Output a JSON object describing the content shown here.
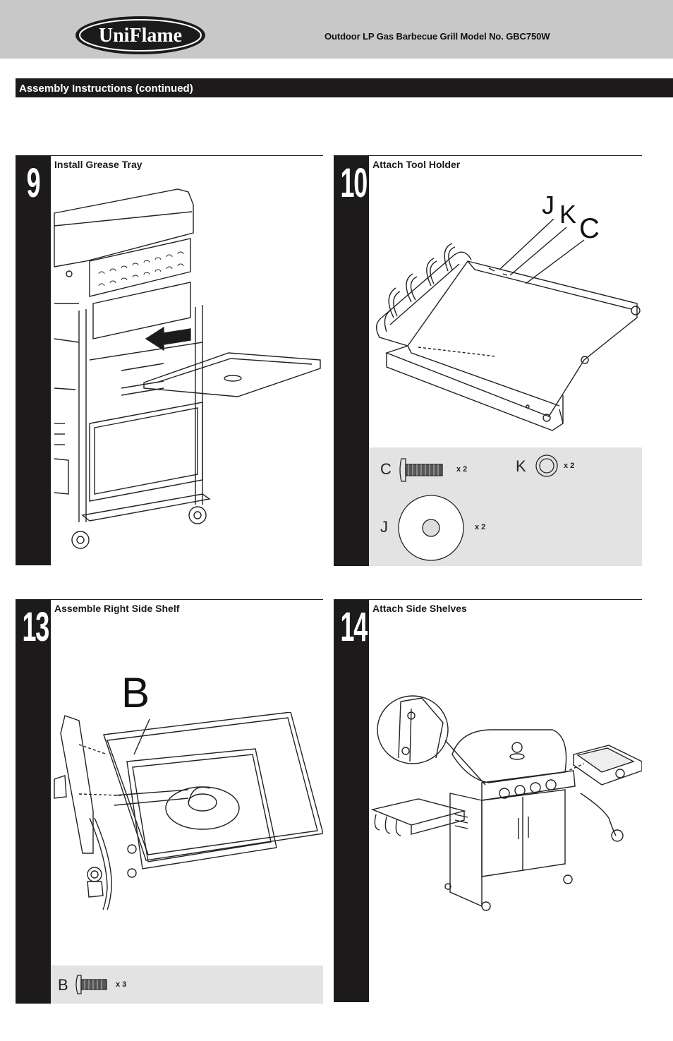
{
  "header": {
    "brand": "UniFlame",
    "title": "Outdoor LP Gas Barbecue Grill  Model No. GBC750W"
  },
  "section": {
    "title": "Assembly Instructions (continued)"
  },
  "steps": [
    {
      "number": "9",
      "title": "Install Grease Tray"
    },
    {
      "number": "10",
      "title": "Attach Tool Holder",
      "callouts": [
        "J",
        "K",
        "C"
      ],
      "parts": [
        {
          "letter": "C",
          "qty": "x 2"
        },
        {
          "letter": "K",
          "qty": "x 2"
        },
        {
          "letter": "J",
          "qty": "x 2"
        }
      ]
    },
    {
      "number": "13",
      "title": "Assemble Right Side Shelf",
      "callouts": [
        "B"
      ],
      "parts": [
        {
          "letter": "B",
          "qty": "x 3"
        }
      ]
    },
    {
      "number": "14",
      "title": "Attach Side Shelves"
    }
  ]
}
